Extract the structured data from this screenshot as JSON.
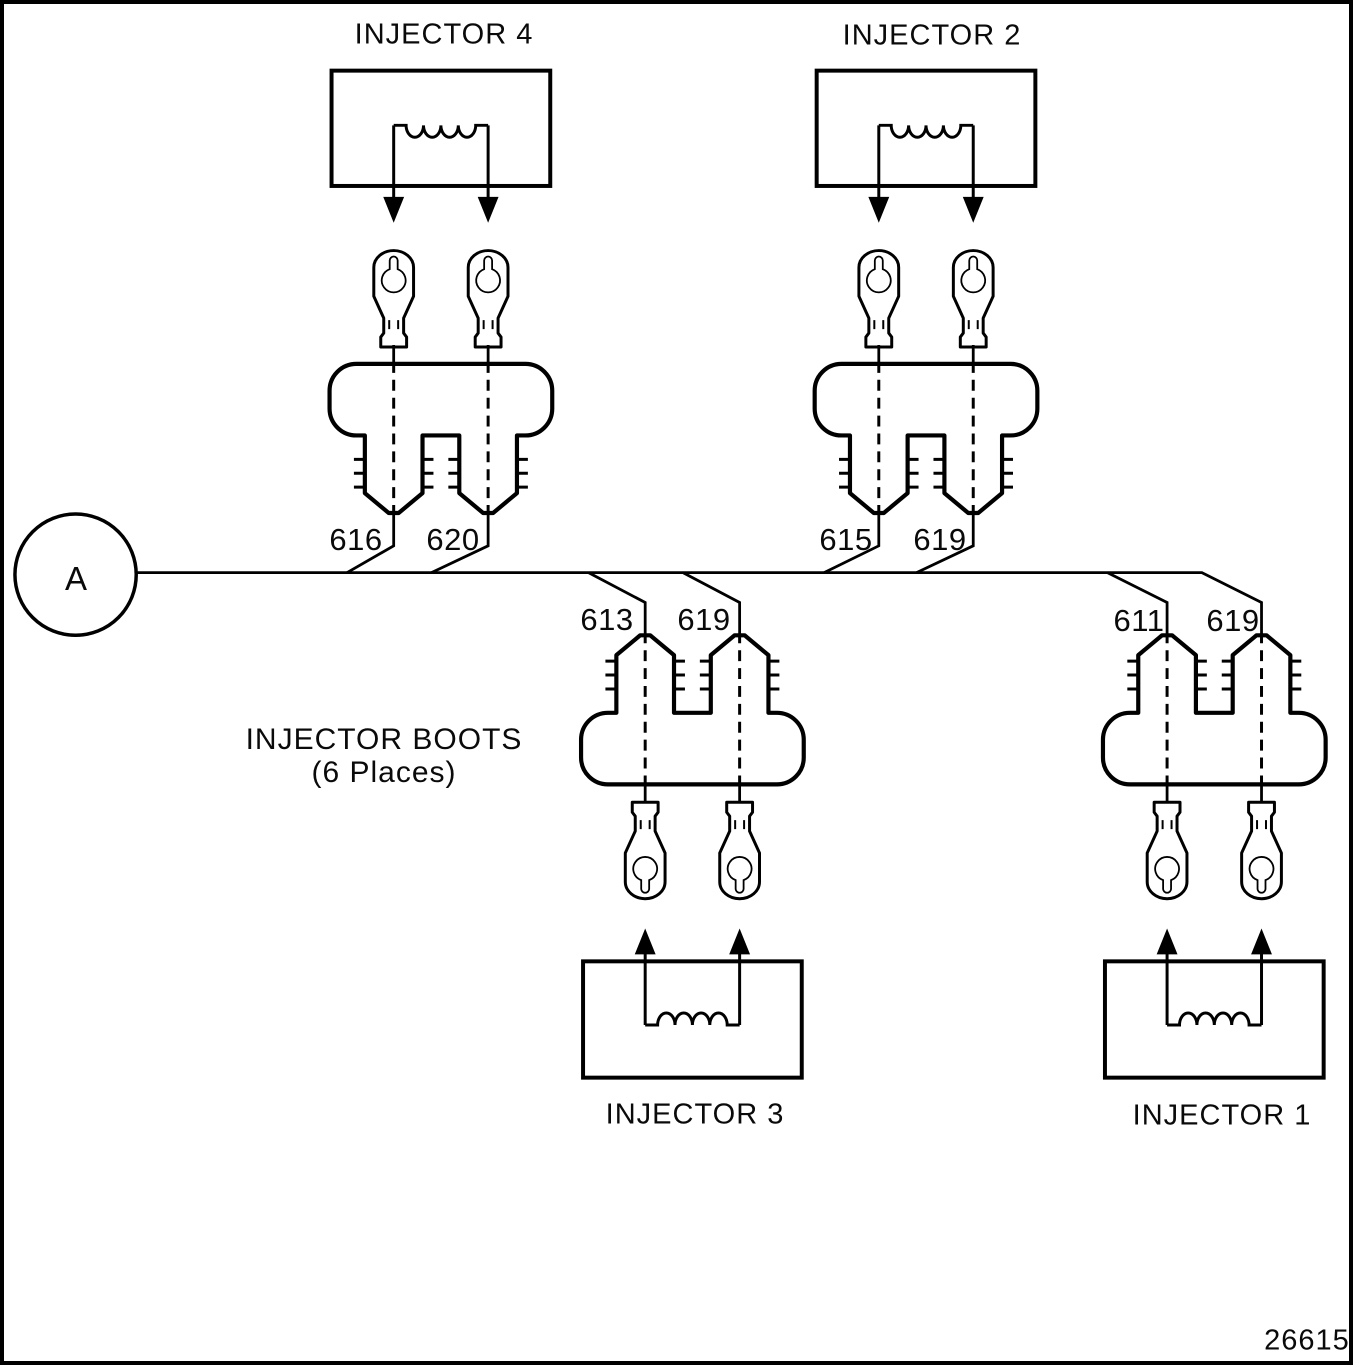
{
  "figure": {
    "number": "26615",
    "connector": {
      "label": "A"
    },
    "note": {
      "line1": "INJECTOR BOOTS",
      "line2": "(6 Places)"
    },
    "injectors": [
      {
        "label": "INJECTOR 4",
        "wires": [
          "616",
          "620"
        ]
      },
      {
        "label": "INJECTOR 2",
        "wires": [
          "615",
          "619"
        ]
      },
      {
        "label": "INJECTOR 3",
        "wires": [
          "613",
          "619"
        ]
      },
      {
        "label": "INJECTOR 1",
        "wires": [
          "611",
          "619"
        ]
      }
    ]
  }
}
